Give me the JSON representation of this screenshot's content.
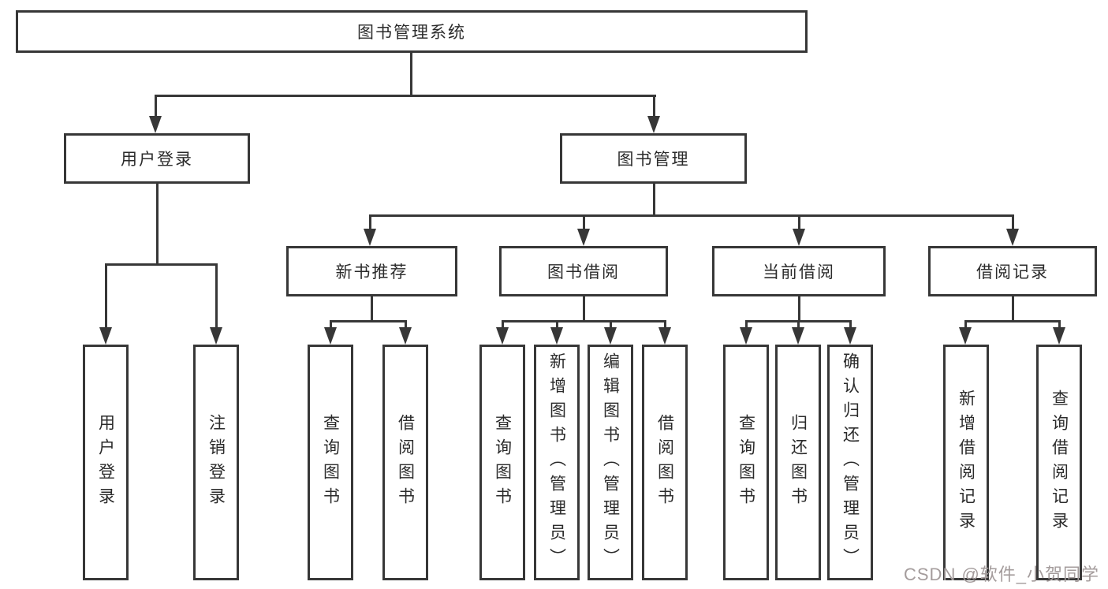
{
  "tree": {
    "label": "图书管理系统",
    "children": [
      {
        "label": "用户登录",
        "children": [
          {
            "label": "用户登录"
          },
          {
            "label": "注销登录"
          }
        ]
      },
      {
        "label": "图书管理",
        "children": [
          {
            "label": "新书推荐",
            "children": [
              {
                "label": "查询图书"
              },
              {
                "label": "借阅图书"
              }
            ]
          },
          {
            "label": "图书借阅",
            "children": [
              {
                "label": "查询图书"
              },
              {
                "label": "新增图书（管理员）"
              },
              {
                "label": "编辑图书（管理员）"
              },
              {
                "label": "借阅图书"
              }
            ]
          },
          {
            "label": "当前借阅",
            "children": [
              {
                "label": "查询图书"
              },
              {
                "label": "归还图书"
              },
              {
                "label": "确认归还（管理员）"
              }
            ]
          },
          {
            "label": "借阅记录",
            "children": [
              {
                "label": "新增借阅记录"
              },
              {
                "label": "查询借阅记录"
              }
            ]
          }
        ]
      }
    ]
  },
  "watermark": {
    "text": "CSDN @软件_小贺同学"
  },
  "colors": {
    "line": "#373737",
    "box_border": "#373737",
    "text": "#2b2b2b",
    "watermark": "#a49c9c",
    "background": "#ffffff"
  }
}
